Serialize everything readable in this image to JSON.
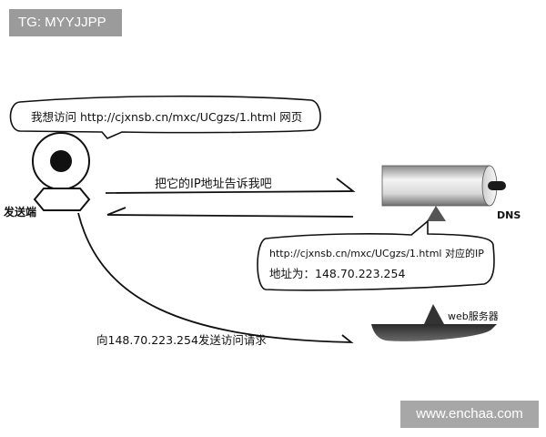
{
  "tag_label": "TG: MYYJJPP",
  "watermark": "www.enchaa.com",
  "sender": {
    "label": "发送端",
    "bubble": "我想访问  http://cjxnsb.cn/mxc/UCgzs/1.html  网页"
  },
  "dns": {
    "label": "DNS",
    "reply_line1": "http://cjxnsb.cn/mxc/UCgzs/1.html   对应的IP",
    "reply_line2": "地址为：148.70.223.254"
  },
  "query_label": "把它的IP地址告诉我吧",
  "web_server": {
    "label": "web服务器"
  },
  "request_label": "向148.70.223.254发送访问请求"
}
